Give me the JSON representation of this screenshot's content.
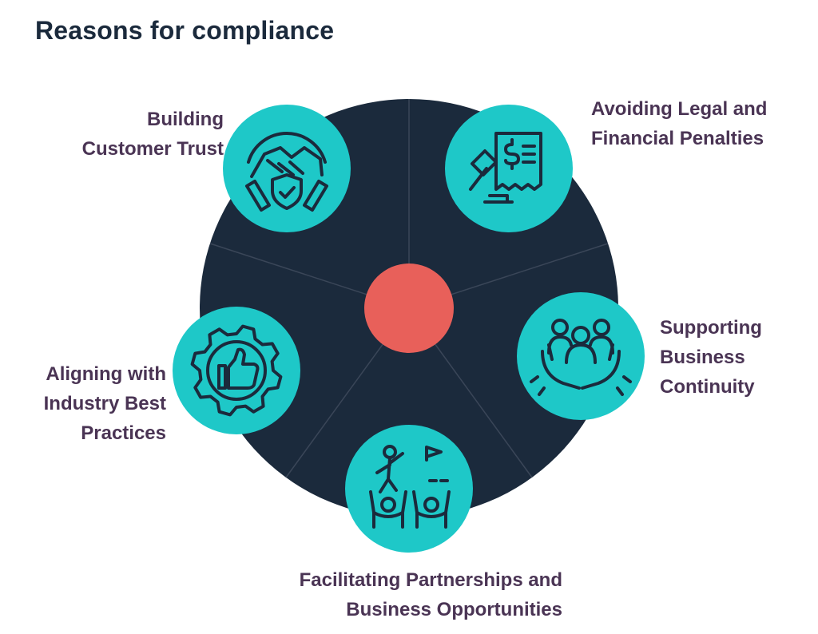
{
  "title": "Reasons for compliance",
  "colors": {
    "title": "#1b2a3c",
    "label": "#4a3454",
    "wheel": "#1b2a3c",
    "divider": "#3a4658",
    "node": "#1ec8c8",
    "hub": "#e8605a",
    "icon_stroke": "#1b2a3c"
  },
  "reasons": [
    {
      "id": "trust",
      "lines": [
        "Building",
        "Customer Trust"
      ],
      "icon": "handshake-shield-icon"
    },
    {
      "id": "legal",
      "lines": [
        "Avoiding Legal and",
        "Financial Penalties"
      ],
      "icon": "gavel-invoice-icon"
    },
    {
      "id": "continuity",
      "lines": [
        "Supporting",
        "Business",
        "Continuity"
      ],
      "icon": "hands-people-icon"
    },
    {
      "id": "partnerships",
      "lines": [
        "Facilitating Partnerships and",
        "Business Opportunities"
      ],
      "icon": "climb-flag-icon"
    },
    {
      "id": "practices",
      "lines": [
        "Aligning with",
        "Industry Best",
        "Practices"
      ],
      "icon": "gear-thumbs-up-icon"
    }
  ]
}
